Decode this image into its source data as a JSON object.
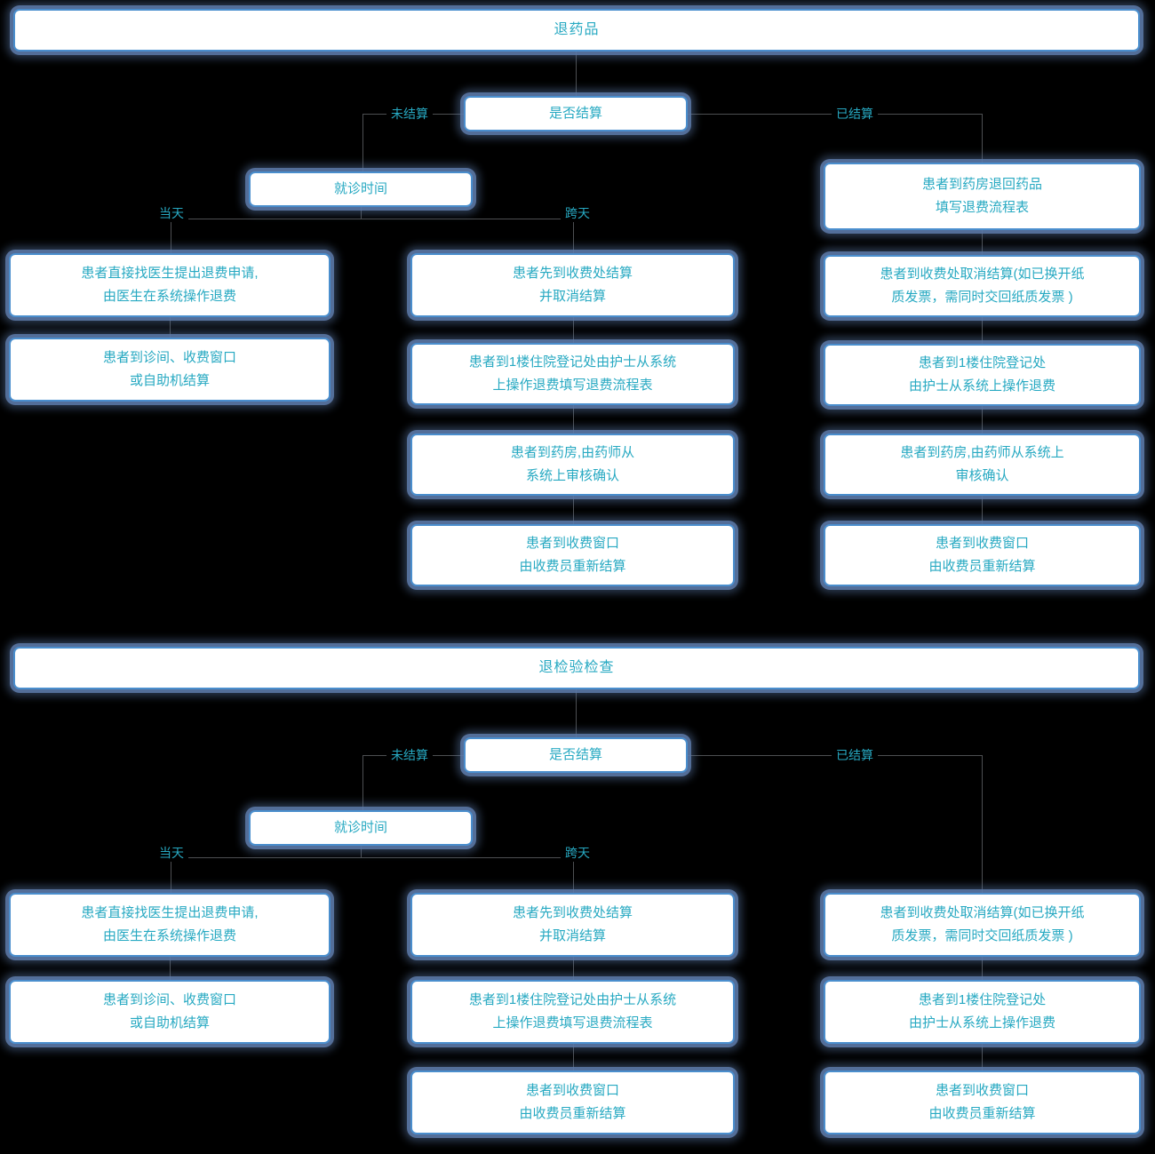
{
  "palette": {
    "background": "#000000",
    "box_fill": "#ffffff",
    "box_border": "#4a8ecd",
    "box_glow": "#5c79a8",
    "text": "#27a9c2",
    "connector": "#4d4f52"
  },
  "charts": [
    {
      "title": "退药品",
      "decision": "是否结算",
      "visit_time": "就诊时间",
      "labels": {
        "unsettled": "未结算",
        "settled": "已结算",
        "same_day": "当天",
        "cross_day": "跨天"
      },
      "left_steps": [
        "患者直接找医生提出退费申请,\n由医生在系统操作退费",
        "患者到诊间、收费窗口\n或自助机结算"
      ],
      "middle_steps": [
        "患者先到收费处结算\n并取消结算",
        "患者到1楼住院登记处由护士从系统\n上操作退费填写退费流程表",
        "患者到药房,由药师从\n系统上审核确认",
        "患者到收费窗口\n由收费员重新结算"
      ],
      "right_steps": [
        "患者到药房退回药品\n填写退费流程表",
        "患者到收费处取消结算(如已换开纸\n质发票，需同时交回纸质发票 )",
        "患者到1楼住院登记处\n由护士从系统上操作退费",
        "患者到药房,由药师从系统上\n审核确认",
        "患者到收费窗口\n由收费员重新结算"
      ]
    },
    {
      "title": "退检验检查",
      "decision": "是否结算",
      "visit_time": "就诊时间",
      "labels": {
        "unsettled": "未结算",
        "settled": "已结算",
        "same_day": "当天",
        "cross_day": "跨天"
      },
      "left_steps": [
        "患者直接找医生提出退费申请,\n由医生在系统操作退费",
        "患者到诊间、收费窗口\n或自助机结算"
      ],
      "middle_steps": [
        "患者先到收费处结算\n并取消结算",
        "患者到1楼住院登记处由护士从系统\n上操作退费填写退费流程表",
        "患者到收费窗口\n由收费员重新结算"
      ],
      "right_steps": [
        "患者到收费处取消结算(如已换开纸\n质发票，需同时交回纸质发票 )",
        "患者到1楼住院登记处\n由护士从系统上操作退费",
        "患者到收费窗口\n由收费员重新结算"
      ]
    }
  ]
}
